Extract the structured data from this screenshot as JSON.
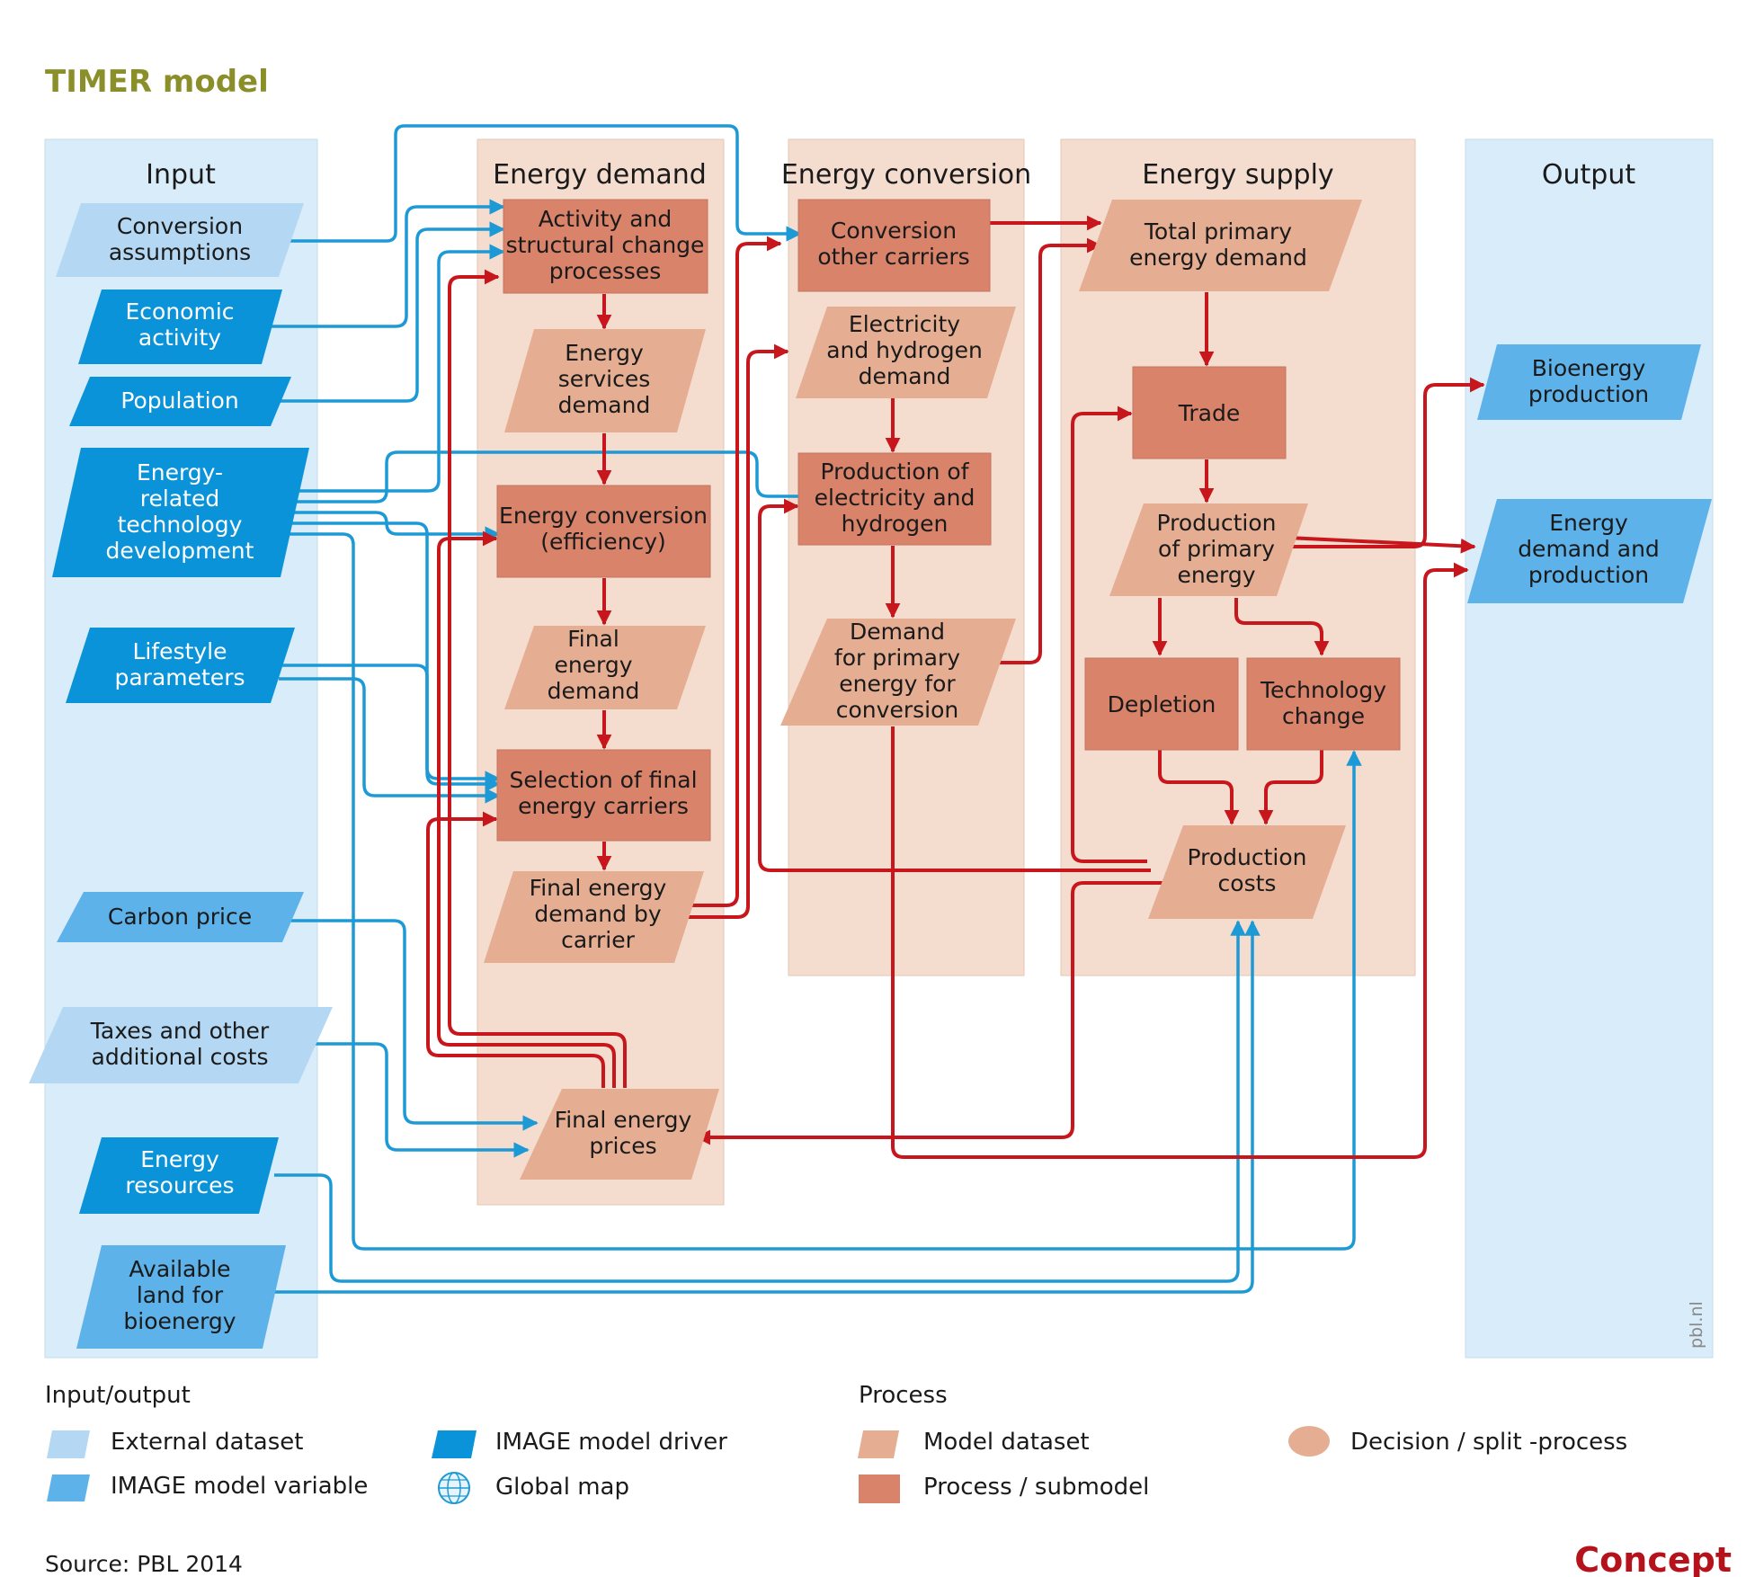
{
  "title": "TIMER model",
  "columns": {
    "input": "Input",
    "demand": "Energy demand",
    "conversion": "Energy conversion",
    "supply": "Energy supply",
    "output": "Output"
  },
  "inputs": {
    "conversion_assumptions": [
      "Conversion",
      "assumptions"
    ],
    "economic_activity": [
      "Economic",
      "activity"
    ],
    "population": [
      "Population"
    ],
    "technology_development": [
      "Energy-",
      "related",
      "technology",
      "development"
    ],
    "lifestyle": [
      "Lifestyle",
      "parameters"
    ],
    "carbon_price": [
      "Carbon price"
    ],
    "taxes": [
      "Taxes and other",
      "additional costs"
    ],
    "energy_resources": [
      "Energy",
      "resources"
    ],
    "available_land": [
      "Available",
      "land for",
      "bioenergy"
    ]
  },
  "demand": {
    "activity": [
      "Activity and",
      "structural change",
      "processes"
    ],
    "services": [
      "Energy",
      "services",
      "demand"
    ],
    "efficiency": [
      "Energy conversion",
      "(efficiency)"
    ],
    "final_demand": [
      "Final",
      "energy",
      "demand"
    ],
    "selection": [
      "Selection of final",
      "energy carriers"
    ],
    "by_carrier": [
      "Final energy",
      "demand by",
      "carrier"
    ],
    "prices": [
      "Final energy",
      "prices"
    ]
  },
  "conversion": {
    "other_carriers": [
      "Conversion",
      "other carriers"
    ],
    "elec_demand": [
      "Electricity",
      "and hydrogen",
      "demand"
    ],
    "production": [
      "Production of",
      "electricity and",
      "hydrogen"
    ],
    "primary_for_conversion": [
      "Demand",
      "for primary",
      "energy for",
      "conversion"
    ]
  },
  "supply": {
    "total_primary": [
      "Total primary",
      "energy demand"
    ],
    "trade": [
      "Trade"
    ],
    "production_primary": [
      "Production",
      "of primary",
      "energy"
    ],
    "depletion": [
      "Depletion"
    ],
    "technology_change": [
      "Technology",
      "change"
    ],
    "production_costs": [
      "Production",
      "costs"
    ]
  },
  "outputs": {
    "bioenergy": [
      "Bioenergy",
      "production"
    ],
    "energy_demand_production": [
      "Energy",
      "demand and",
      "production"
    ]
  },
  "legend": {
    "io_heading": "Input/output",
    "process_heading": "Process",
    "external_dataset": "External dataset",
    "model_variable": "IMAGE model variable",
    "model_driver": "IMAGE model driver",
    "global_map": "Global map",
    "model_dataset": "Model dataset",
    "process_submodel": "Process / submodel",
    "decision": "Decision / split -process"
  },
  "source": "Source: PBL 2014",
  "credit": "pbl.nl",
  "stamp": "Concept",
  "colors": {
    "input_panel": "#d9ecf9",
    "process_panel": "#f4dccf",
    "external_dataset": "#b4d8f3",
    "model_driver": "#0b93d9",
    "model_variable": "#5eb2ea",
    "model_dataset": "#e5ae92",
    "process_box": "#d8836a",
    "red_arrow": "#c8161d",
    "blue_arrow": "#1d9ad6",
    "title": "#8b8f2a"
  }
}
